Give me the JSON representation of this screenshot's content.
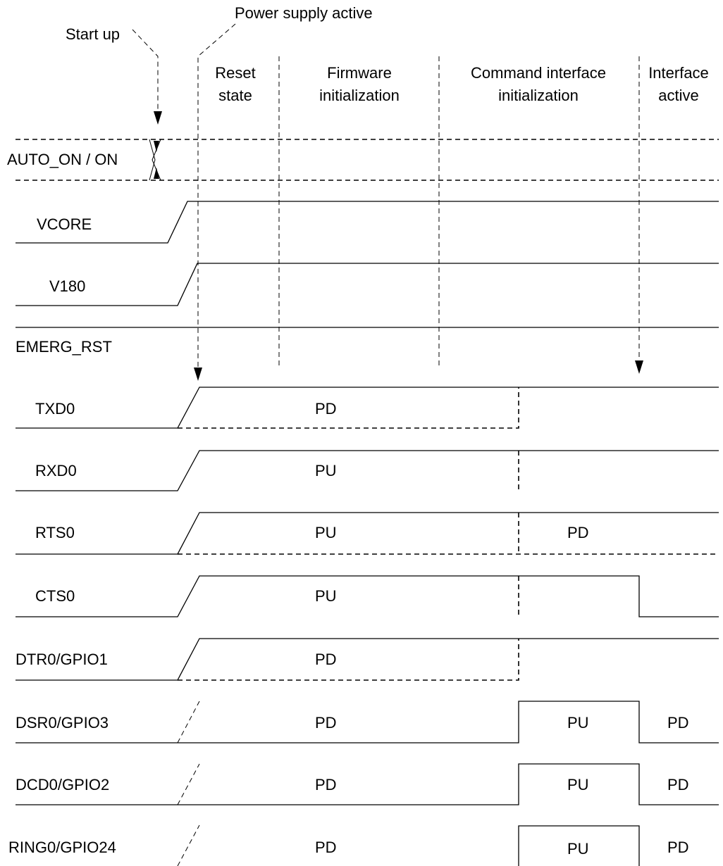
{
  "annotations": {
    "start_up": "Start up",
    "power_supply_active": "Power supply active"
  },
  "phases": [
    {
      "line1": "Reset",
      "line2": "state"
    },
    {
      "line1": "Firmware",
      "line2": "initialization"
    },
    {
      "line1": "Command interface",
      "line2": "initialization"
    },
    {
      "line1": "Interface",
      "line2": "active"
    }
  ],
  "signals": {
    "auto_on": "AUTO_ON / ON",
    "vcore": "VCORE",
    "v180": "V180",
    "emerg_rst": "EMERG_RST",
    "txd0": "TXD0",
    "rxd0": "RXD0",
    "rts0": "RTS0",
    "cts0": "CTS0",
    "dtr0": "DTR0/GPIO1",
    "dsr0": "DSR0/GPIO3",
    "dcd0": "DCD0/GPIO2",
    "ring0": "RING0/GPIO24"
  },
  "states": {
    "txd0": "PD",
    "rxd0": "PU",
    "rts0_first": "PU",
    "rts0_second": "PD",
    "cts0": "PU",
    "dtr0": "PD",
    "dsr0_first": "PD",
    "dsr0_second": "PU",
    "dsr0_third": "PD",
    "dcd0_first": "PD",
    "dcd0_second": "PU",
    "dcd0_third": "PD",
    "ring0_first": "PD",
    "ring0_second": "PU",
    "ring0_third": "PD"
  }
}
